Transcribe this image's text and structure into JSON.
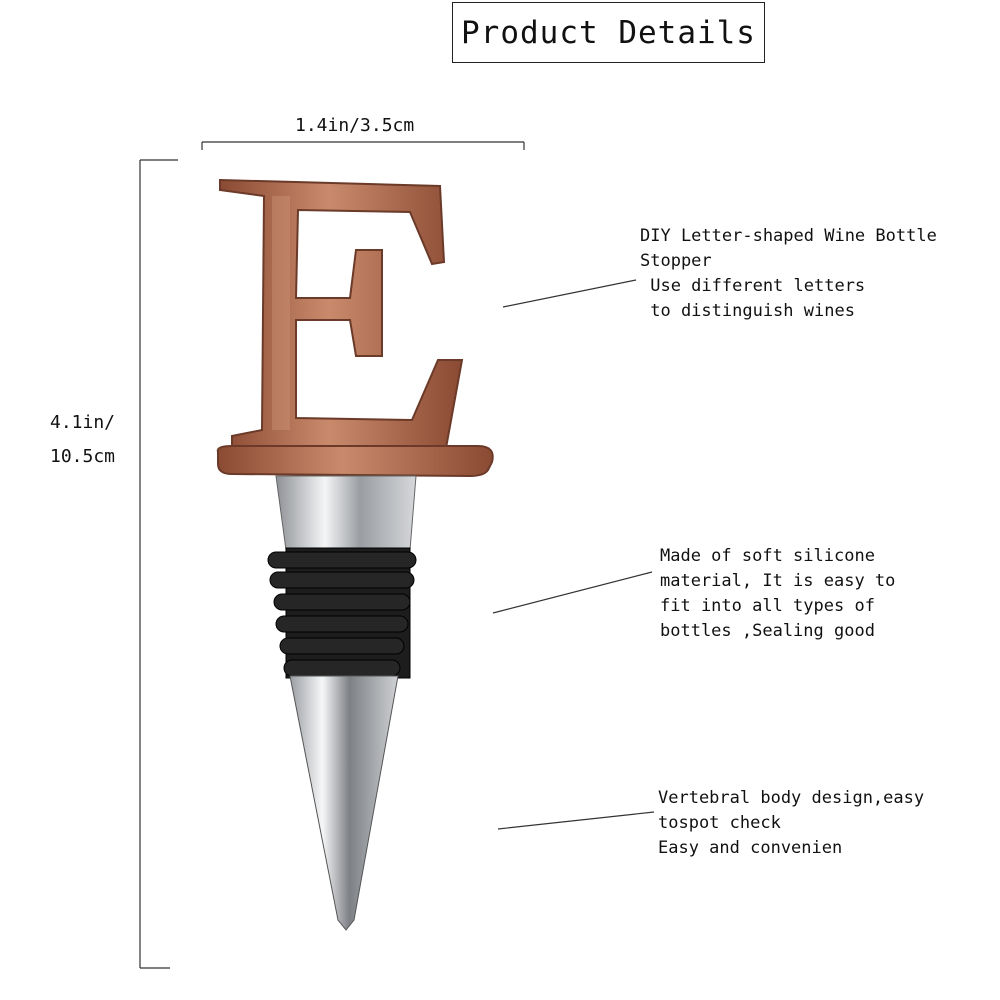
{
  "title": "Product Details",
  "dimensions": {
    "width": "1.4in/3.5cm",
    "height_line1": "4.1in/",
    "height_line2": "10.5cm"
  },
  "product": {
    "letter": "E",
    "colors": {
      "copper": "#b8735a",
      "copper_dark": "#7a4532",
      "steel": "#c9ccd0",
      "silicone": "#2a2a2a"
    }
  },
  "callouts": [
    {
      "lines": [
        "DIY Letter-shaped Wine Bottle",
        "Stopper",
        " Use different letters",
        " to distinguish wines"
      ]
    },
    {
      "lines": [
        "Made of soft silicone",
        "material, It is easy to",
        "fit into all types of",
        "bottles ,Sealing good"
      ]
    },
    {
      "lines": [
        "Vertebral body design,easy",
        "tospot check",
        "Easy and convenien"
      ]
    }
  ]
}
